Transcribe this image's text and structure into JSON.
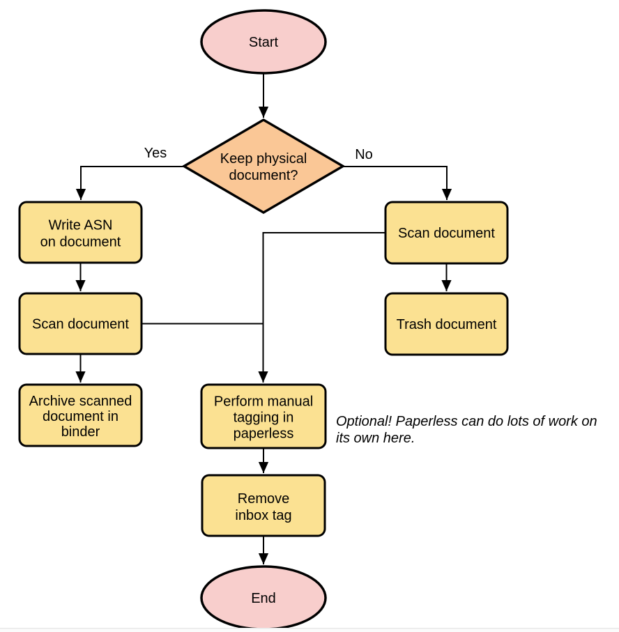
{
  "diagram": {
    "nodes": {
      "start": {
        "label": "Start"
      },
      "decision": {
        "lines": [
          "Keep physical",
          "document?"
        ]
      },
      "write_asn": {
        "lines": [
          "Write ASN",
          "on document"
        ]
      },
      "scan_left": {
        "label": "Scan document"
      },
      "archive": {
        "lines": [
          "Archive scanned",
          "document in",
          "binder"
        ]
      },
      "scan_right": {
        "label": "Scan document"
      },
      "trash": {
        "label": "Trash document"
      },
      "tagging": {
        "lines": [
          "Perform manual",
          "tagging in",
          "paperless"
        ]
      },
      "remove_inbox": {
        "lines": [
          "Remove",
          "inbox tag"
        ]
      },
      "end": {
        "label": "End"
      }
    },
    "edge_labels": {
      "yes": "Yes",
      "no": "No"
    },
    "note": {
      "lines": [
        "Optional! Paperless can do lots of work on",
        "its own here."
      ]
    },
    "edges": [
      {
        "from": "start",
        "to": "decision",
        "label": ""
      },
      {
        "from": "decision",
        "to": "write_asn",
        "label": "Yes"
      },
      {
        "from": "decision",
        "to": "scan_right",
        "label": "No"
      },
      {
        "from": "write_asn",
        "to": "scan_left",
        "label": ""
      },
      {
        "from": "scan_left",
        "to": "archive",
        "label": ""
      },
      {
        "from": "scan_left",
        "to": "tagging",
        "label": ""
      },
      {
        "from": "scan_right",
        "to": "trash",
        "label": ""
      },
      {
        "from": "scan_right",
        "to": "tagging",
        "label": ""
      },
      {
        "from": "tagging",
        "to": "remove_inbox",
        "label": ""
      },
      {
        "from": "remove_inbox",
        "to": "end",
        "label": ""
      }
    ],
    "colors": {
      "terminator_fill": "#f8cecc",
      "decision_fill": "#fac796",
      "process_fill": "#fbe192",
      "stroke": "#000000",
      "background": "#ffffff",
      "footer_line": "#e8e8e8",
      "footer_fill": "#fbfbfb"
    }
  }
}
